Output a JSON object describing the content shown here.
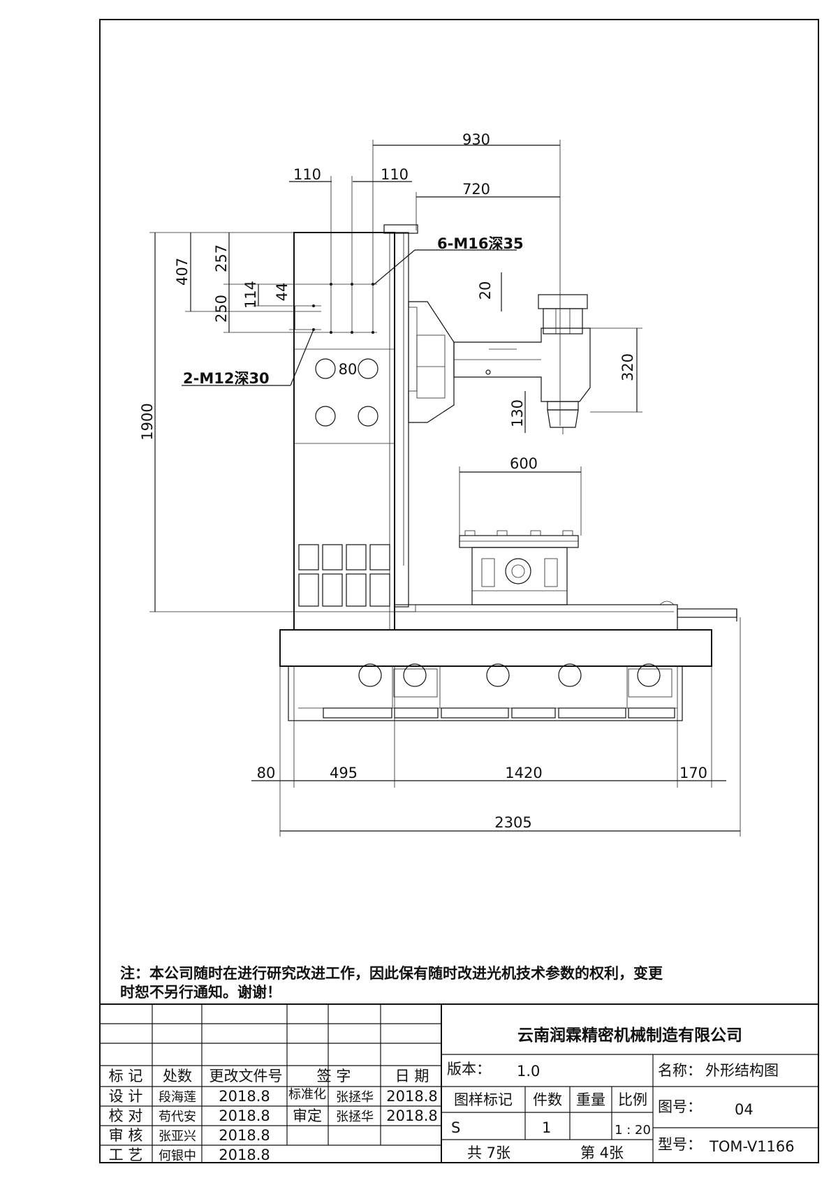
{
  "dimensions": {
    "d930": "930",
    "d720": "720",
    "d110a": "110",
    "d110b": "110",
    "d407": "407",
    "d257": "257",
    "d250": "250",
    "d114": "114",
    "d44": "44",
    "d20": "20",
    "d320": "320",
    "d80h": "80",
    "d130": "130",
    "d1900": "1900",
    "d600": "600",
    "d80": "80",
    "d495": "495",
    "d1420": "1420",
    "d170": "170",
    "d2305": "2305"
  },
  "callouts": {
    "m16": "6-M16深35",
    "m12": "2-M12深30"
  },
  "note": {
    "line1": "注：本公司随时在进行研究改进工作，因此保有随时改进光机技术参数的权利，变更",
    "line2": "时恕不另行通知。谢谢！"
  },
  "title_block": {
    "company": "云南润霖精密机械制造有限公司",
    "headers": {
      "mark": "标 记",
      "place": "处数",
      "doc": "更改文件号",
      "sign": "签 字",
      "date": "日 期"
    },
    "rows": [
      {
        "role": "设 计",
        "name": "段海莲",
        "date": "2018.8"
      },
      {
        "role": "校 对",
        "name": "苟代安",
        "date": "2018.8"
      },
      {
        "role": "审 核",
        "name": "张亚兴",
        "date": "2018.8"
      },
      {
        "role": "工 艺",
        "name": "何银中",
        "date": "2018.8"
      }
    ],
    "std_label": "标准化",
    "std_name": "张拯华",
    "std_date": "2018.8",
    "approve_label": "审定",
    "approve_name": "张拯华",
    "approve_date": "2018.8",
    "version_label": "版本：",
    "version_value": "1.0",
    "name_label": "名称：",
    "name_value": "外形结构图",
    "pattern_label": "图样标记",
    "qty_label": "件数",
    "weight_label": "重量",
    "scale_label": "比例",
    "pattern_value": "S",
    "qty_value": "1",
    "scale_value": "1 : 20",
    "total_sheets": "共 7张",
    "sheet_no": "第 4张",
    "drawing_no_label": "图号：",
    "drawing_no_value": "04",
    "model_label": "型号：",
    "model_value": "TOM-V1166"
  }
}
